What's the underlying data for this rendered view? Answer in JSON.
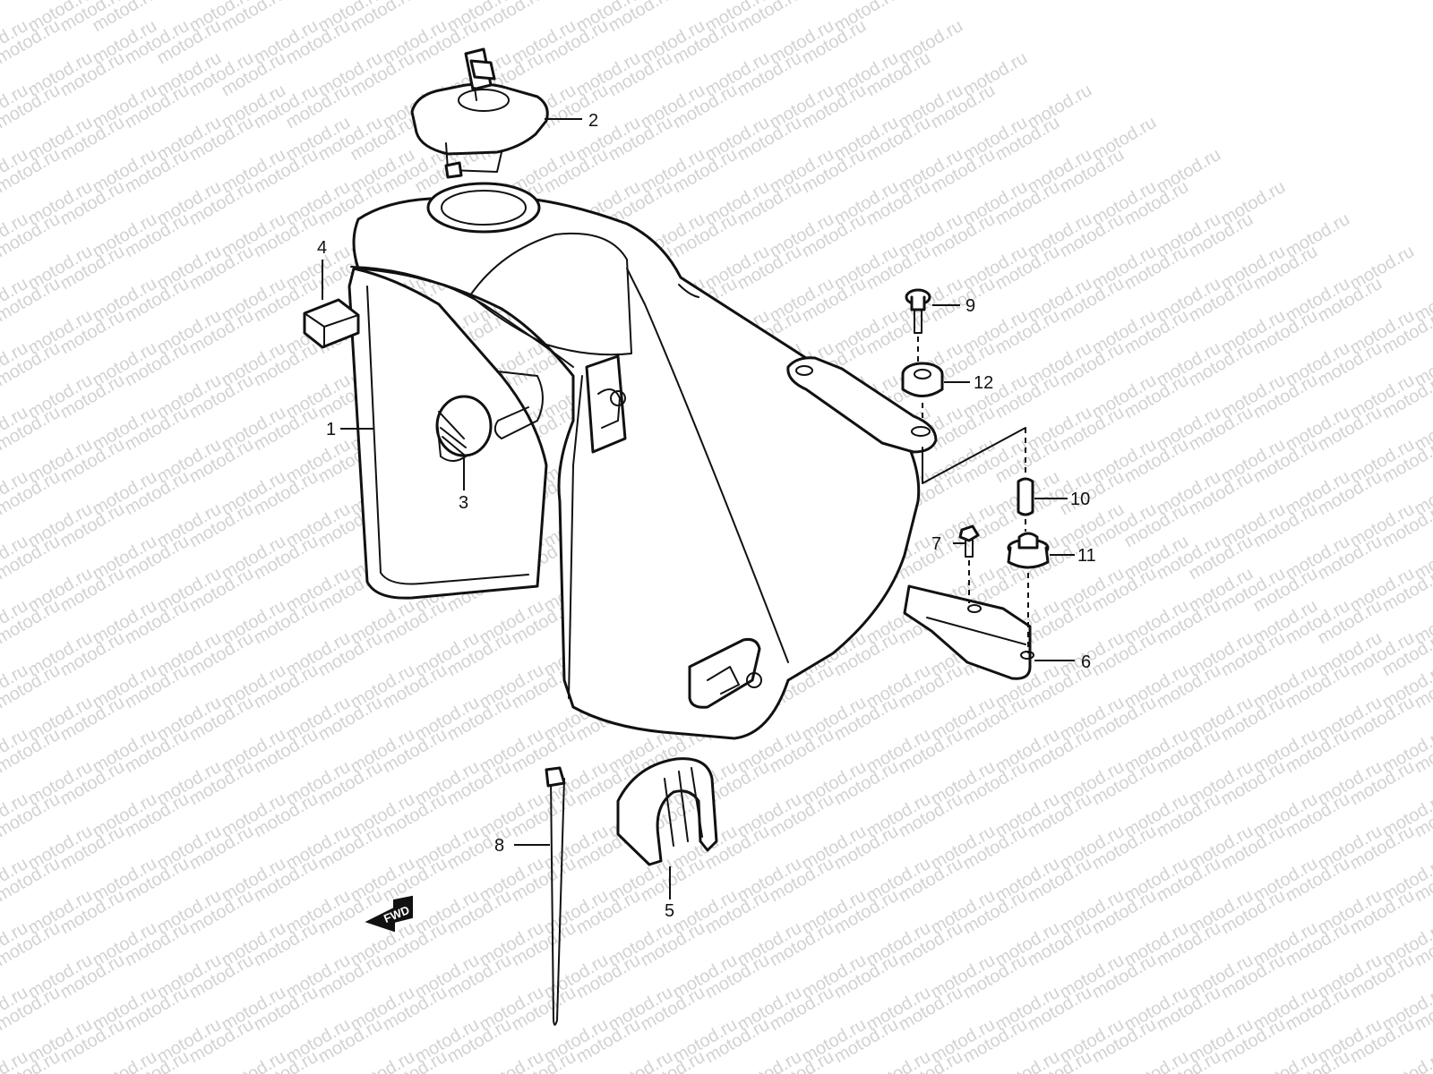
{
  "watermark": {
    "text": "motod.ru"
  },
  "callouts": [
    {
      "id": "1",
      "label": "1"
    },
    {
      "id": "2",
      "label": "2"
    },
    {
      "id": "3",
      "label": "3"
    },
    {
      "id": "4",
      "label": "4"
    },
    {
      "id": "5",
      "label": "5"
    },
    {
      "id": "6",
      "label": "6"
    },
    {
      "id": "7",
      "label": "7"
    },
    {
      "id": "8",
      "label": "8"
    },
    {
      "id": "9",
      "label": "9"
    },
    {
      "id": "10",
      "label": "10"
    },
    {
      "id": "11",
      "label": "11"
    },
    {
      "id": "12",
      "label": "12"
    }
  ],
  "fwd_arrow": {
    "label": "FWD"
  }
}
